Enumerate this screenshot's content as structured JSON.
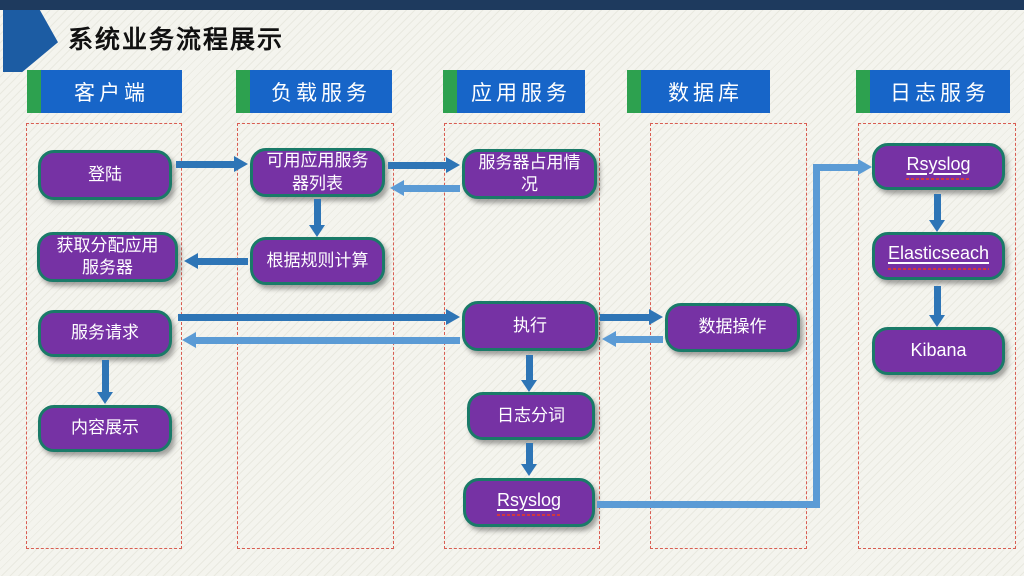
{
  "slide": {
    "title": "系统业务流程展示"
  },
  "columns": [
    {
      "header": "客户端",
      "nodes": [
        {
          "label": "登陆"
        },
        {
          "label": "获取分配应用服务器"
        },
        {
          "label": "服务请求"
        },
        {
          "label": "内容展示"
        }
      ]
    },
    {
      "header": "负载服务",
      "nodes": [
        {
          "label": "可用应用服务器列表"
        },
        {
          "label": "根据规则计算"
        }
      ]
    },
    {
      "header": "应用服务",
      "nodes": [
        {
          "label": "服务器占用情况"
        },
        {
          "label": "执行"
        },
        {
          "label": "日志分词"
        },
        {
          "label": "Rsyslog"
        }
      ]
    },
    {
      "header": "数据库",
      "nodes": [
        {
          "label": "数据操作"
        }
      ]
    },
    {
      "header": "日志服务",
      "nodes": [
        {
          "label": "Rsyslog"
        },
        {
          "label": "Elasticseach"
        },
        {
          "label": "Kibana"
        }
      ]
    }
  ],
  "colors": {
    "top_bar": "#1e3a5e",
    "flag": "#1c5ca3",
    "header_blue": "#1765c8",
    "header_green": "#2da14f",
    "node_fill": "#7632a4",
    "node_border": "#1a7a68",
    "arrow_dark": "#2e75b6",
    "arrow_light": "#5b9bd5",
    "dashed_border": "#d95d52"
  }
}
